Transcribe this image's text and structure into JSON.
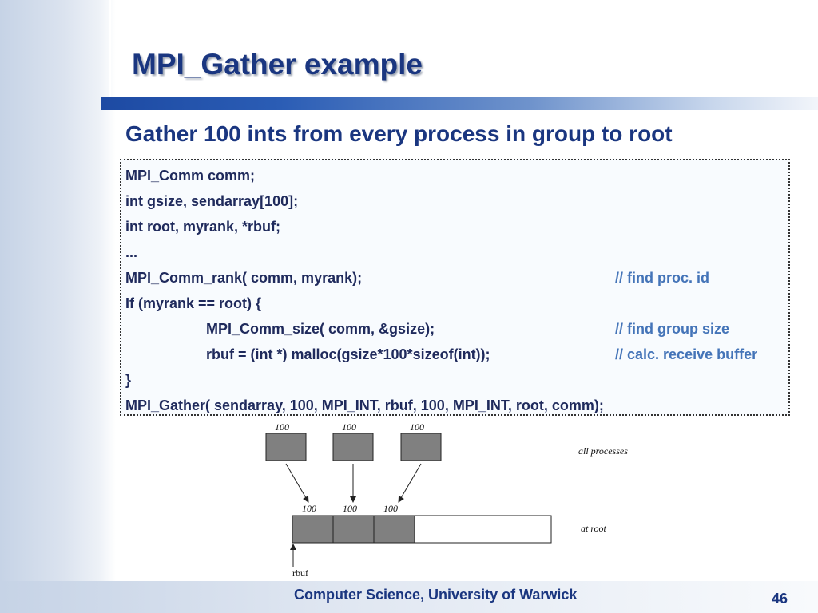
{
  "slide": {
    "title": "MPI_Gather example",
    "subtitle": "Gather 100 ints from every process in group to root"
  },
  "code": {
    "lines": [
      {
        "text": "MPI_Comm comm;",
        "comment": ""
      },
      {
        "text": "int gsize, sendarray[100];",
        "comment": ""
      },
      {
        "text": "int root, myrank, *rbuf;",
        "comment": ""
      },
      {
        "text": " ...",
        "comment": ""
      },
      {
        "text": "MPI_Comm_rank( comm, myrank);",
        "comment": "// find proc. id"
      },
      {
        "text": "If (myrank == root) {",
        "comment": ""
      },
      {
        "text": "MPI_Comm_size( comm, &gsize);",
        "comment": "// find group size"
      },
      {
        "text": "rbuf = (int *) malloc(gsize*100*sizeof(int));",
        "comment": "// calc. receive buffer"
      },
      {
        "text": "}",
        "comment": ""
      },
      {
        "text": "MPI_Gather( sendarray, 100, MPI_INT, rbuf, 100, MPI_INT, root, comm);",
        "comment": ""
      }
    ]
  },
  "diagram": {
    "send_labels": [
      "100",
      "100",
      "100"
    ],
    "all_processes_label": "all processes",
    "recv_labels": [
      "100",
      "100",
      "100"
    ],
    "at_root_label": "at root",
    "rbuf_label": "rbuf",
    "block_color": "#808080"
  },
  "footer": {
    "text": "Computer Science, University of Warwick",
    "page_number": "46"
  }
}
